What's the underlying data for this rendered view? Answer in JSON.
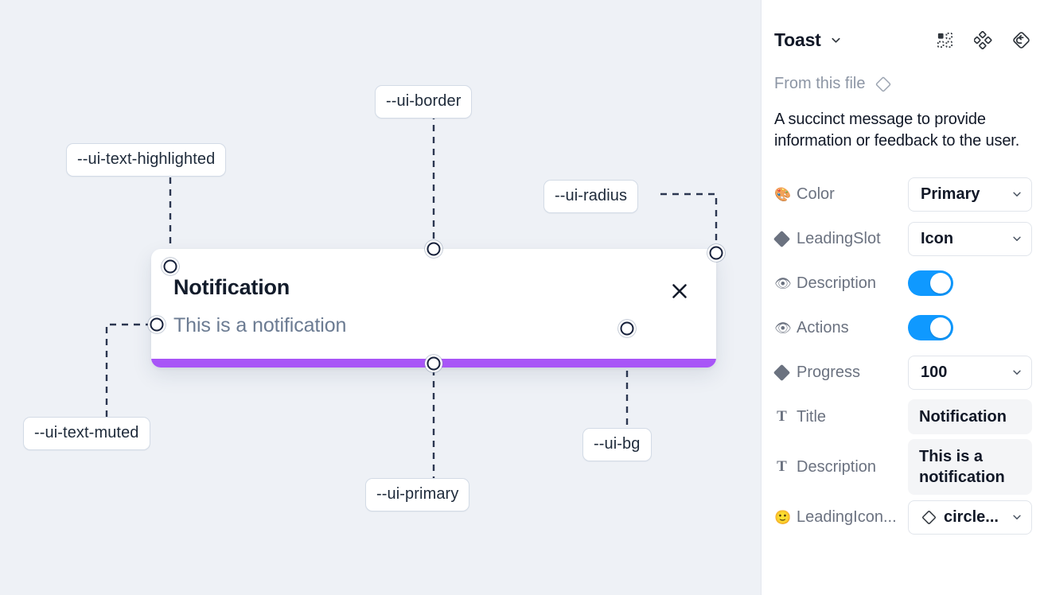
{
  "canvas": {
    "background_color": "#eef1f6",
    "tokens": [
      {
        "id": "ui-border",
        "label": "--ui-border"
      },
      {
        "id": "ui-text-highlighted",
        "label": "--ui-text-highlighted"
      },
      {
        "id": "ui-radius",
        "label": "--ui-radius"
      },
      {
        "id": "ui-text-muted",
        "label": "--ui-text-muted"
      },
      {
        "id": "ui-primary",
        "label": "--ui-primary"
      },
      {
        "id": "ui-bg",
        "label": "--ui-bg"
      }
    ]
  },
  "toast": {
    "title": "Notification",
    "description": "This is a notification",
    "close_icon": "close-x-icon",
    "progress_color": "#a855f7",
    "background_color": "#ffffff",
    "title_color": "#131c2b",
    "description_color": "#6b7b92"
  },
  "panel": {
    "title": "Toast",
    "title_caret_icon": "chevron-down-icon",
    "actions": [
      {
        "id": "component-set",
        "icon": "component-grid-icon"
      },
      {
        "id": "variants",
        "icon": "four-diamond-icon"
      },
      {
        "id": "reset",
        "icon": "diamond-reset-icon"
      }
    ],
    "from_file_label": "From this file",
    "from_file_icon": "diamond-outline-icon",
    "description": "A succinct message to provide information or feedback to the user.",
    "properties": [
      {
        "id": "color",
        "icon": "palette-emoji-icon",
        "icon_glyph": "🎨",
        "icon_kind": "emoji",
        "label": "Color",
        "control": "select",
        "value": "Primary"
      },
      {
        "id": "leadingslot",
        "icon": "diamond-icon",
        "icon_glyph": "",
        "icon_kind": "diamond",
        "label": "LeadingSlot",
        "control": "select",
        "value": "Icon"
      },
      {
        "id": "description",
        "icon": "eye-emoji-icon",
        "icon_glyph": "👁",
        "icon_kind": "emoji",
        "label": "Description",
        "control": "toggle",
        "value": "on"
      },
      {
        "id": "actions",
        "icon": "eye-emoji-icon",
        "icon_glyph": "👁",
        "icon_kind": "emoji",
        "label": "Actions",
        "control": "toggle",
        "value": "on"
      },
      {
        "id": "progress",
        "icon": "diamond-icon",
        "icon_glyph": "",
        "icon_kind": "diamond",
        "label": "Progress",
        "control": "select",
        "value": "100"
      },
      {
        "id": "title",
        "icon": "text-t-icon",
        "icon_glyph": "T",
        "icon_kind": "t",
        "label": "Title",
        "control": "textfield",
        "value": "Notification"
      },
      {
        "id": "description2",
        "icon": "text-t-icon",
        "icon_glyph": "T",
        "icon_kind": "t",
        "label": "Description",
        "control": "textfield",
        "value": "This is a notification"
      },
      {
        "id": "leadingicon",
        "icon": "smiley-emoji-icon",
        "icon_glyph": "🙂",
        "icon_kind": "emoji",
        "label": "LeadingIcon...",
        "control": "select-icon",
        "value": "circle..."
      }
    ],
    "toggle_on_color": "#0f99ff"
  }
}
